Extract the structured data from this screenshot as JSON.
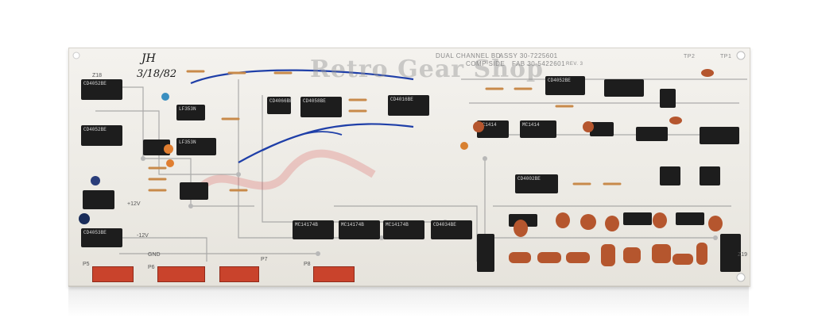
{
  "handwriting": {
    "initials": "JH",
    "date": "3/18/82"
  },
  "watermark": "Retro Gear Shop",
  "board_labels": {
    "title": "DUAL CHANNEL BD.",
    "assy": "ASSY 30-7225601",
    "comp_side": "COMP SIDE",
    "fab": "FAB 30-5422601",
    "rev": "REV. 3",
    "tp2": "TP2",
    "tp1": "TP1"
  },
  "ics": [
    {
      "label": "CD4052BE"
    },
    {
      "label": "CD4052BE"
    },
    {
      "label": "CD4053BE"
    },
    {
      "label": "CD4058BE"
    },
    {
      "label": "CD4016BE"
    },
    {
      "label": "CD4066BE"
    },
    {
      "label": "LF353N"
    },
    {
      "label": "LF353N"
    },
    {
      "label": "MC1414"
    },
    {
      "label": "MC1414"
    },
    {
      "label": "MC14174B"
    },
    {
      "label": "MC14174B"
    },
    {
      "label": "MC14174B"
    },
    {
      "label": "CD4034BE"
    },
    {
      "label": "CD4052BE"
    },
    {
      "label": "CD4002BE"
    }
  ],
  "connectors": [
    {
      "label": "P5"
    },
    {
      "label": "P6"
    },
    {
      "label": "P7"
    },
    {
      "label": "P8"
    }
  ],
  "pin_labels": {
    "gnd": "GND",
    "plus12": "+12V",
    "minus12": "-12V",
    "z18": "Z18",
    "z19": "Z19"
  },
  "colors": {
    "board": "#eceae4",
    "ic": "#1d1d1d",
    "connector": "#c9432c",
    "capacitor": "#b5562e",
    "wire": "#1f3fa8"
  }
}
